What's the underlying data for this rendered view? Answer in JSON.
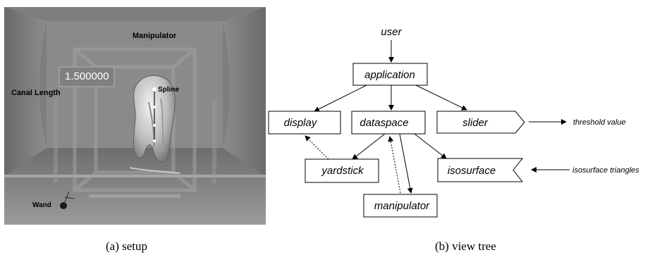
{
  "setup": {
    "manipulator_label": "Manipulator",
    "value_display": "1.500000",
    "canal_length_label": "Canal Length",
    "spline_label": "Spline",
    "wand_label": "Wand"
  },
  "captions": {
    "left": "(a) setup",
    "right": "(b) view tree"
  },
  "tree": {
    "user": "user",
    "application": "application",
    "display": "display",
    "dataspace": "dataspace",
    "slider": "slider",
    "yardstick": "yardstick",
    "isosurface": "isosurface",
    "manipulator": "manipulator",
    "threshold_value": "threshold value",
    "isosurface_triangles": "isosurface triangles"
  }
}
